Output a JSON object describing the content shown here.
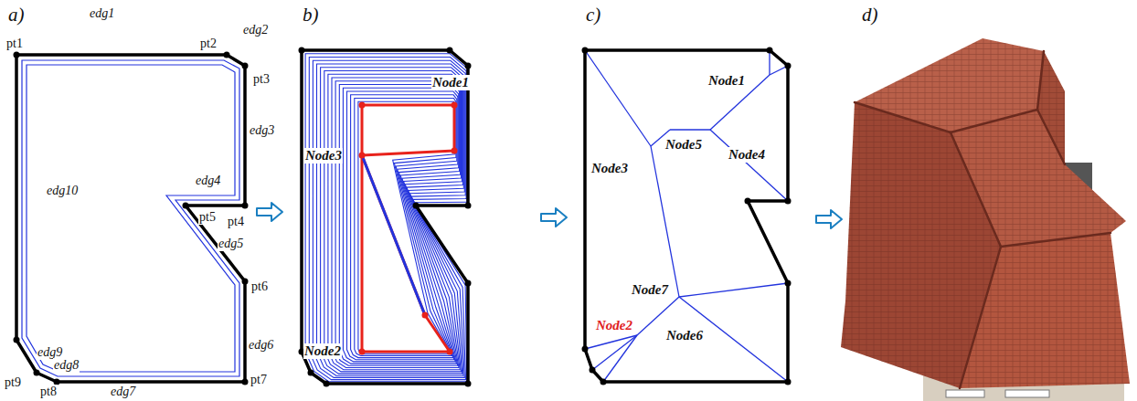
{
  "diagram": {
    "labels": [
      "a)",
      "b)",
      "c)",
      "d)",
      "pt1",
      "edg1",
      "pt2",
      "edg2",
      "pt3",
      "edg3",
      "edg4",
      "edg10",
      "pt5",
      "pt4",
      "edg5",
      "pt6",
      "edg9",
      "edg6",
      "edg8",
      "pt9",
      "pt8",
      "edg7",
      "pt7",
      "Node1",
      "Node3",
      "Node2",
      "Node1",
      "Node5",
      "Node4",
      "Node3",
      "Node7",
      "Node2",
      "Node6"
    ]
  }
}
